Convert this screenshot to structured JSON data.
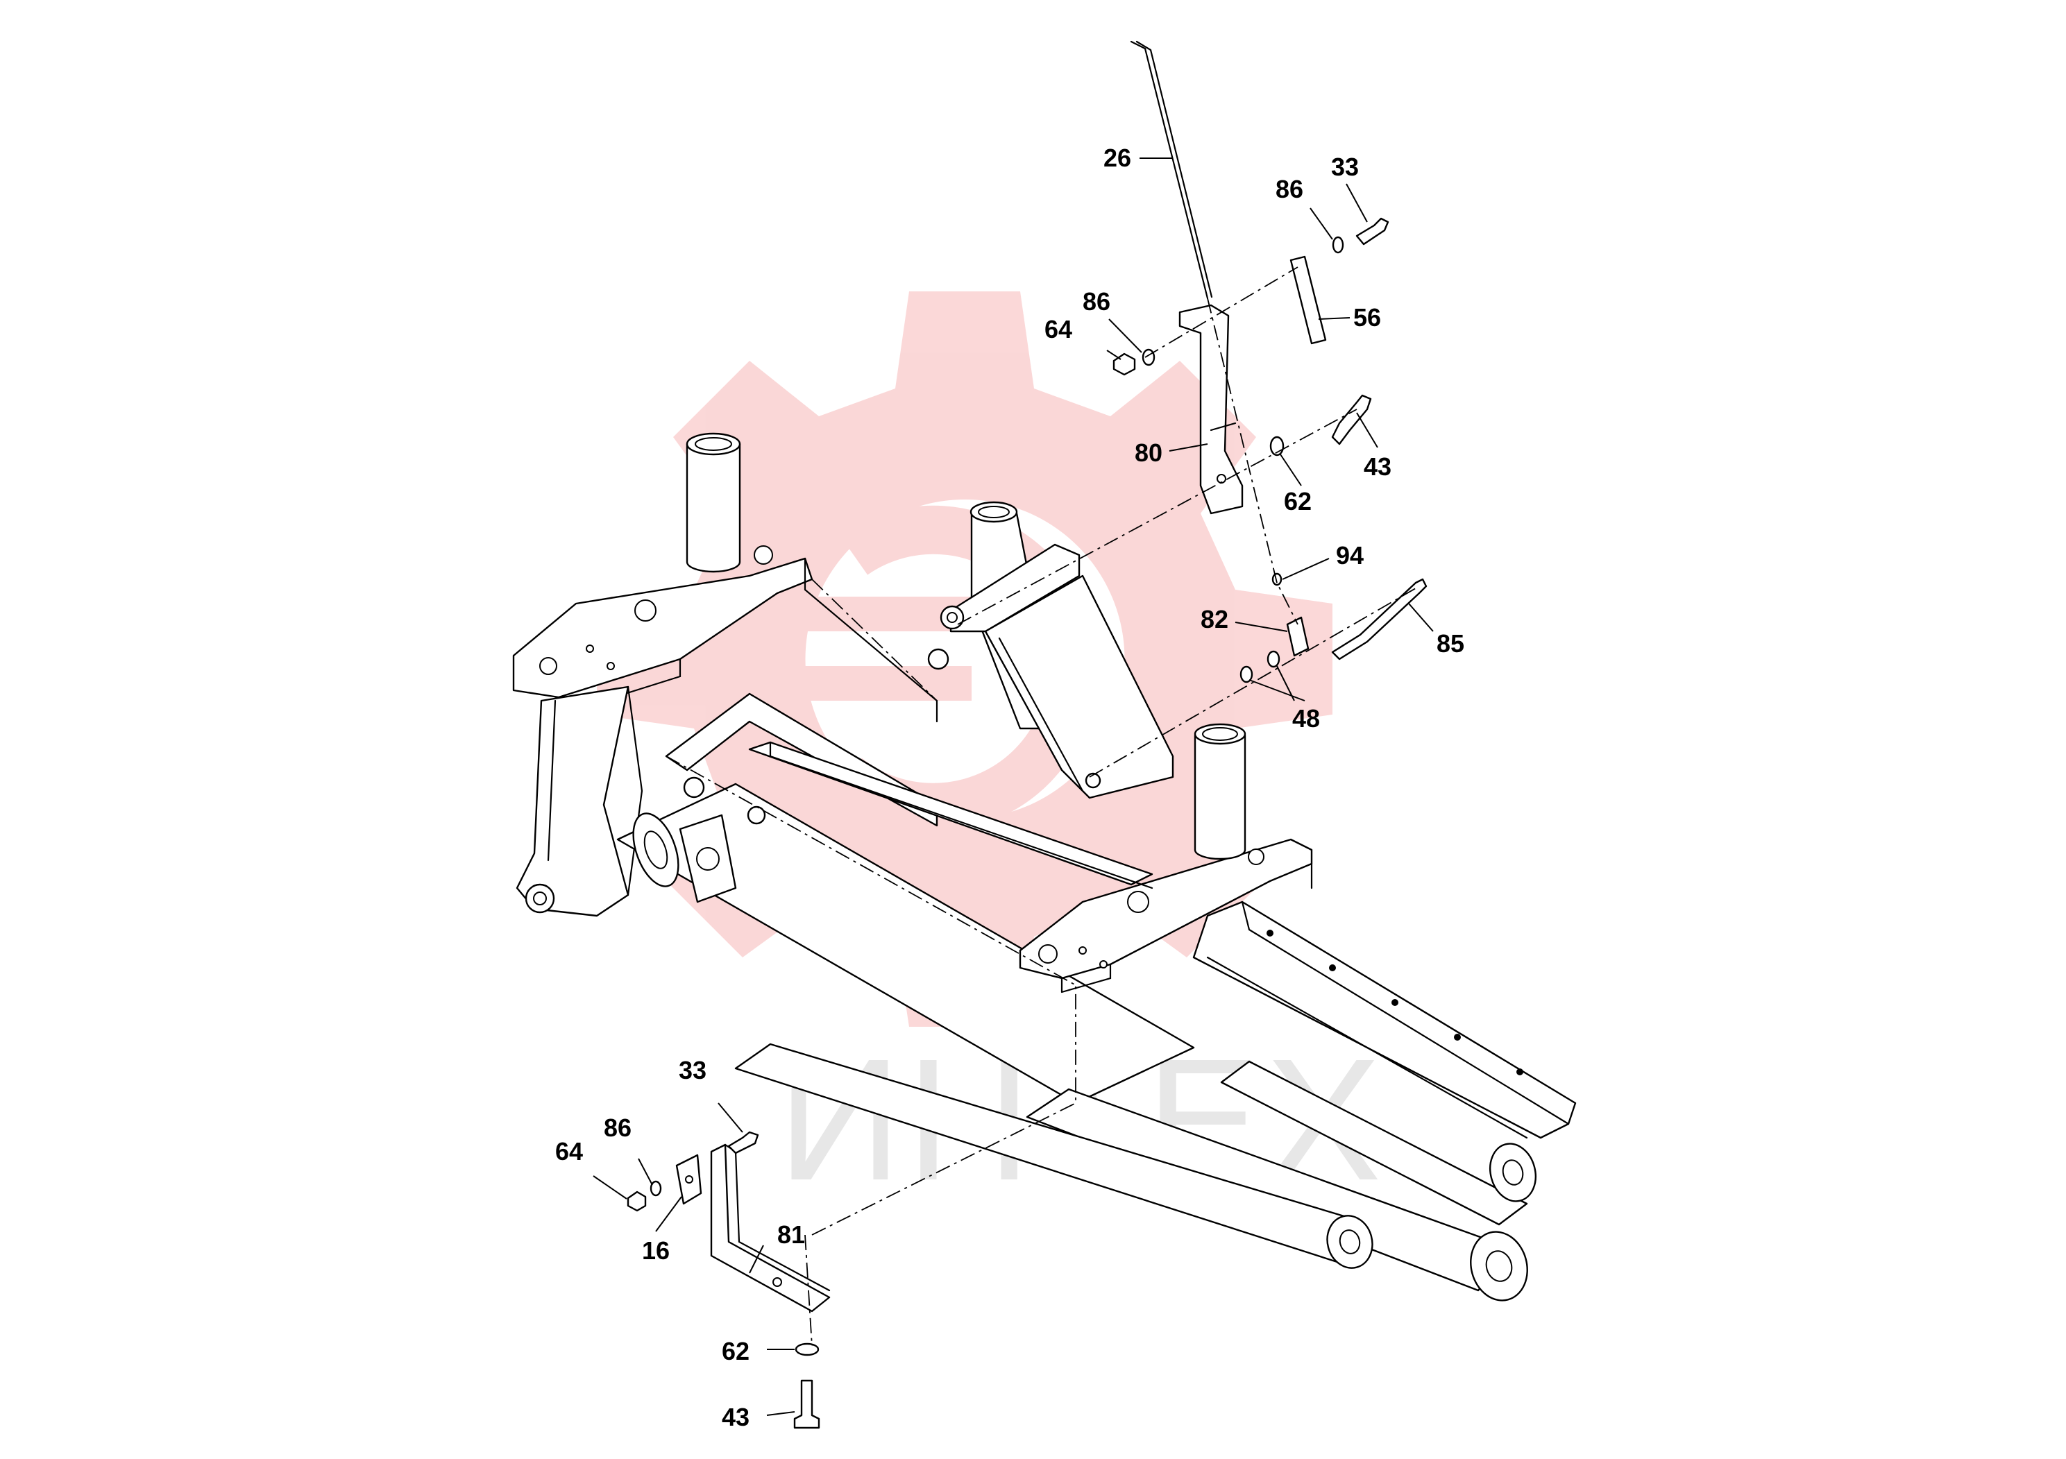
{
  "watermark": {
    "text": "ИНТЕХ",
    "logo_color": "#f7b8b8",
    "text_color": "#d8d8d8"
  },
  "callouts": [
    {
      "id": "c26a",
      "label": "26"
    },
    {
      "id": "c86a",
      "label": "86"
    },
    {
      "id": "c33a",
      "label": "33"
    },
    {
      "id": "c86b",
      "label": "86"
    },
    {
      "id": "c64a",
      "label": "64"
    },
    {
      "id": "c56",
      "label": "56"
    },
    {
      "id": "c80",
      "label": "80"
    },
    {
      "id": "c43a",
      "label": "43"
    },
    {
      "id": "c62a",
      "label": "62"
    },
    {
      "id": "c94",
      "label": "94"
    },
    {
      "id": "c82",
      "label": "82"
    },
    {
      "id": "c85",
      "label": "85"
    },
    {
      "id": "c48",
      "label": "48"
    },
    {
      "id": "c33b",
      "label": "33"
    },
    {
      "id": "c86c",
      "label": "86"
    },
    {
      "id": "c64b",
      "label": "64"
    },
    {
      "id": "c16",
      "label": "16"
    },
    {
      "id": "c81",
      "label": "81"
    },
    {
      "id": "c62b",
      "label": "62"
    },
    {
      "id": "c43b",
      "label": "43"
    }
  ]
}
